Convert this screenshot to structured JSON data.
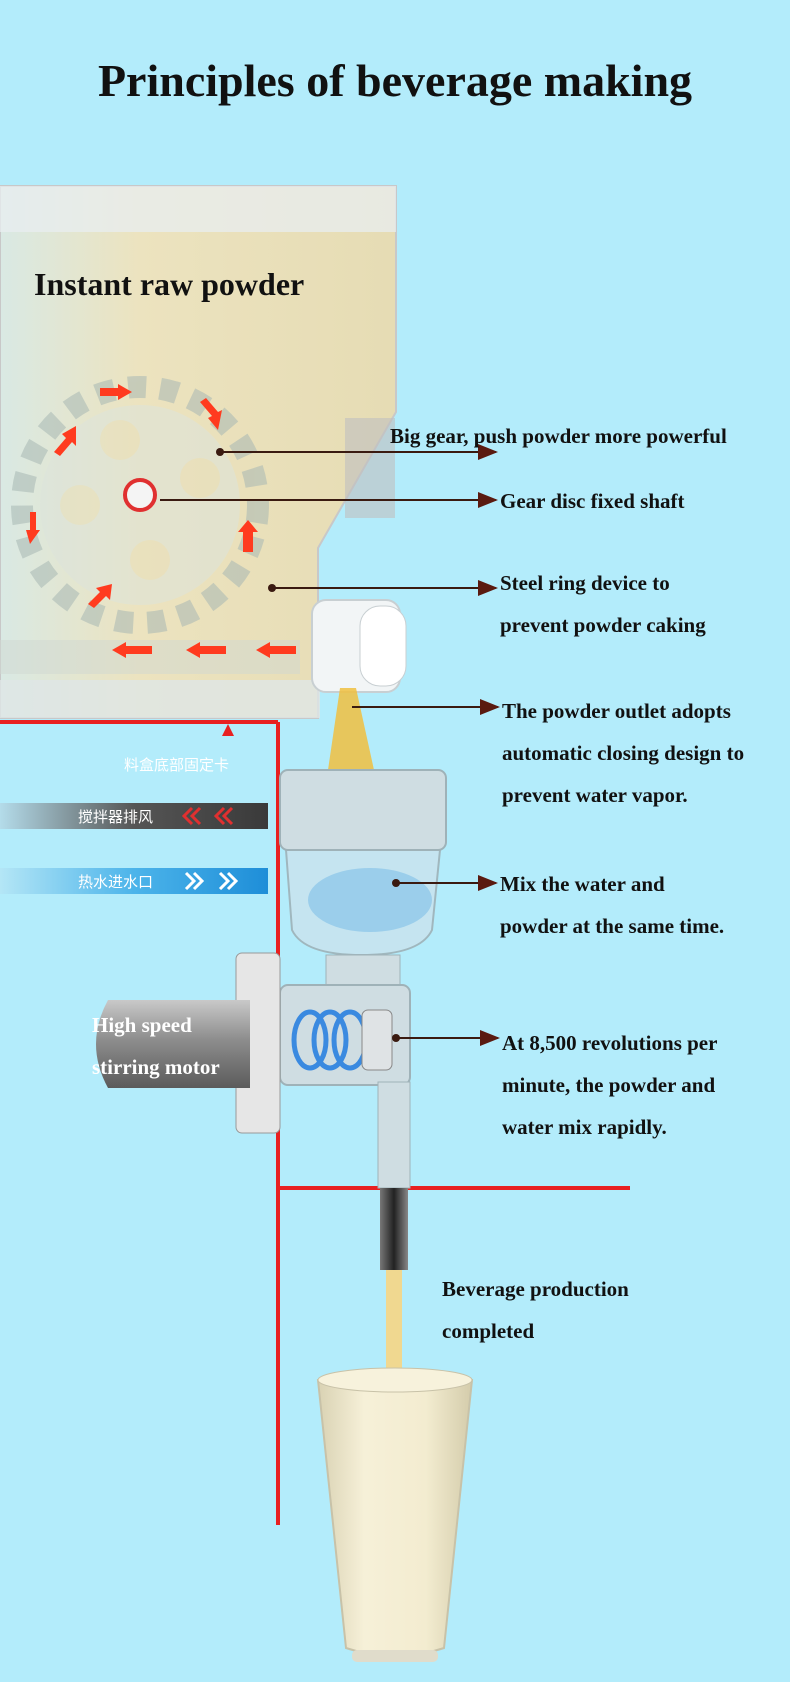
{
  "title": "Principles of beverage making",
  "hopper_label": "Instant raw powder",
  "motor_label": [
    "High speed",
    "stirring motor"
  ],
  "labels": {
    "big_gear": [
      "Big gear, push powder more powerful"
    ],
    "gear_shaft": [
      "Gear disc fixed shaft"
    ],
    "steel_ring": [
      "Steel ring device to",
      "prevent powder caking"
    ],
    "powder_outlet": [
      "The powder outlet adopts",
      "automatic closing design to",
      "prevent water vapor."
    ],
    "mix": [
      "Mix the water and",
      "powder at the same time."
    ],
    "revolutions": [
      "At 8,500 revolutions per",
      "minute, the powder and",
      "water mix rapidly."
    ],
    "completed": [
      "Beverage production",
      "completed"
    ]
  },
  "chinese_labels": {
    "bottom_clip": "料盒底部固定卡",
    "exhaust": "搅拌器排风",
    "hot_water": "热水进水口"
  },
  "colors": {
    "background": "#b3ecfb",
    "hopper": "#e8e0bd",
    "arrow": "#ff3b1f",
    "red_line": "#e82020",
    "milk": "#efe6c4"
  }
}
